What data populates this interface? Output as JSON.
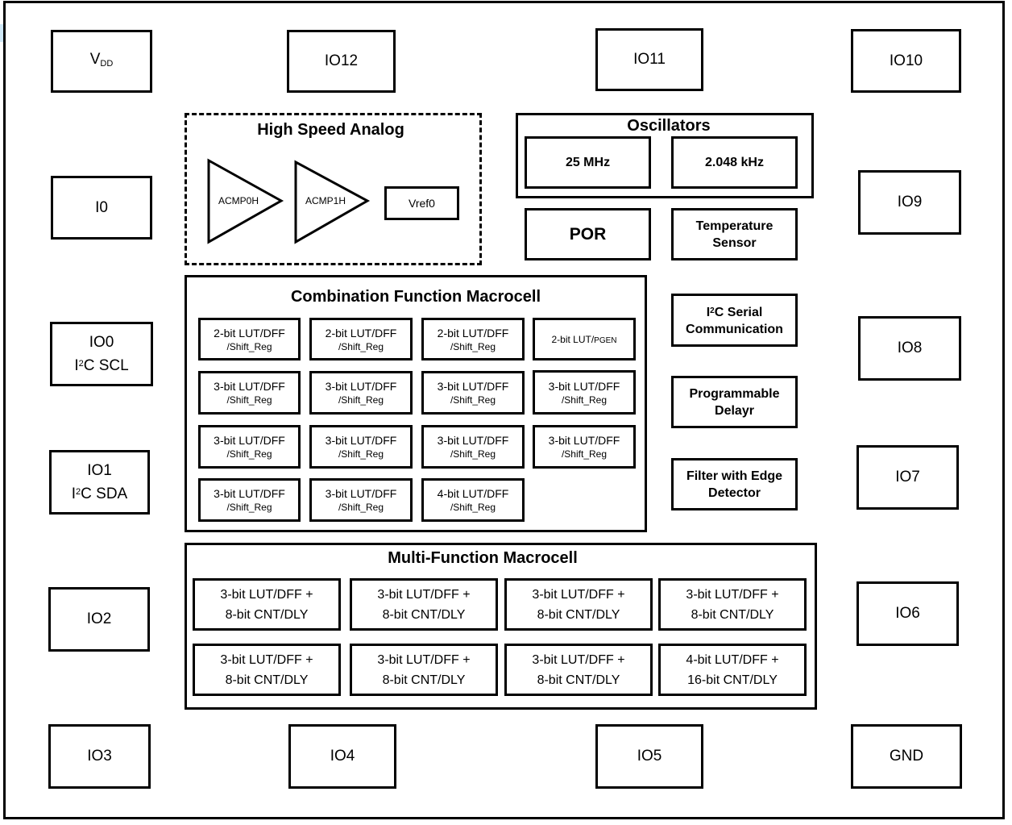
{
  "pins": {
    "vdd_main": "V",
    "vdd_sub": "DD",
    "io12": "IO12",
    "io11": "IO11",
    "io10": "IO10",
    "i0": "I0",
    "io9": "IO9",
    "io0_name": "IO0",
    "io0_func_pre": "I",
    "io0_func_sup": "2",
    "io0_func_post": "C SCL",
    "io8": "IO8",
    "io1_name": "IO1",
    "io1_func_pre": "I",
    "io1_func_sup": "2",
    "io1_func_post": "C SDA",
    "io7": "IO7",
    "io2": "IO2",
    "io6": "IO6",
    "io3": "IO3",
    "io4": "IO4",
    "io5": "IO5",
    "gnd": "GND"
  },
  "analog": {
    "title": "High Speed Analog",
    "acmp0": "ACMP0H",
    "acmp1": "ACMP1H",
    "vref": "Vref0"
  },
  "oscillators": {
    "title": "Oscillators",
    "osc1": "25 MHz",
    "osc2": "2.048 kHz"
  },
  "por": "POR",
  "temp_sensor": {
    "line1": "Temperature",
    "line2": "Sensor"
  },
  "i2c_serial": {
    "pre": "I",
    "sup": "2",
    "post": "C Serial",
    "line2": "Communication"
  },
  "prog_delay": {
    "line1": "Programmable",
    "line2": "Delayr"
  },
  "filter": {
    "line1": "Filter with Edge",
    "line2": "Detector"
  },
  "cfm": {
    "title": "Combination Function Macrocell",
    "row1": [
      {
        "l1": "2-bit LUT/DFF",
        "l2": "/Shift_Reg"
      },
      {
        "l1": "2-bit LUT/DFF",
        "l2": "/Shift_Reg"
      },
      {
        "l1": "2-bit LUT/DFF",
        "l2": "/Shift_Reg"
      }
    ],
    "pgen_pre": "2-bit LUT/",
    "pgen_small": "PGEN",
    "row2": [
      {
        "l1": "3-bit LUT/DFF",
        "l2": "/Shift_Reg"
      },
      {
        "l1": "3-bit LUT/DFF",
        "l2": "/Shift_Reg"
      },
      {
        "l1": "3-bit LUT/DFF",
        "l2": "/Shift_Reg"
      },
      {
        "l1": "3-bit LUT/DFF",
        "l2": "/Shift_Reg"
      }
    ],
    "row3": [
      {
        "l1": "3-bit LUT/DFF",
        "l2": "/Shift_Reg"
      },
      {
        "l1": "3-bit LUT/DFF",
        "l2": "/Shift_Reg"
      },
      {
        "l1": "3-bit LUT/DFF",
        "l2": "/Shift_Reg"
      },
      {
        "l1": "3-bit LUT/DFF",
        "l2": "/Shift_Reg"
      }
    ],
    "row4": [
      {
        "l1": "3-bit LUT/DFF",
        "l2": "/Shift_Reg"
      },
      {
        "l1": "3-bit LUT/DFF",
        "l2": "/Shift_Reg"
      },
      {
        "l1": "4-bit LUT/DFF",
        "l2": "/Shift_Reg"
      }
    ]
  },
  "mfm": {
    "title": "Multi-Function Macrocell",
    "row1": [
      {
        "l1": "3-bit LUT/DFF +",
        "l2": "8-bit CNT/DLY"
      },
      {
        "l1": "3-bit LUT/DFF +",
        "l2": "8-bit CNT/DLY"
      },
      {
        "l1": "3-bit LUT/DFF +",
        "l2": "8-bit CNT/DLY"
      },
      {
        "l1": "3-bit LUT/DFF +",
        "l2": "8-bit CNT/DLY"
      }
    ],
    "row2": [
      {
        "l1": "3-bit LUT/DFF +",
        "l2": "8-bit CNT/DLY"
      },
      {
        "l1": "3-bit LUT/DFF +",
        "l2": "8-bit CNT/DLY"
      },
      {
        "l1": "3-bit LUT/DFF +",
        "l2": "8-bit CNT/DLY"
      },
      {
        "l1": "4-bit LUT/DFF +",
        "l2": "16-bit CNT/DLY"
      }
    ]
  }
}
